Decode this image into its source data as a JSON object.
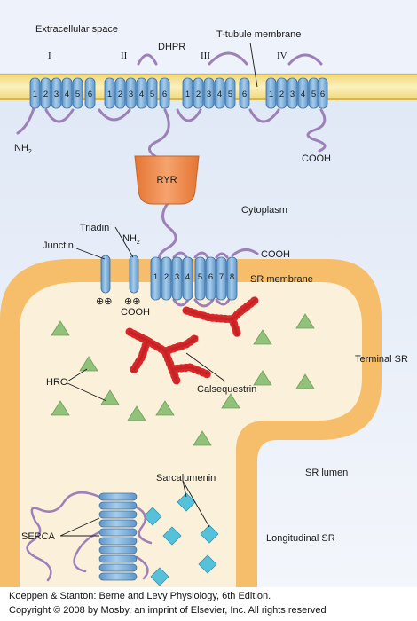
{
  "labels": {
    "extracellular_space": "Extracellular space",
    "t_tubule_membrane": "T-tubule membrane",
    "dhpr": "DHPR",
    "domain_1": "I",
    "domain_2": "II",
    "domain_3": "III",
    "domain_4": "IV",
    "nh2_dhpr": "NH",
    "nh2_subscript": "2",
    "cooh_dhpr": "COOH",
    "ryr": "RYR",
    "cytoplasm": "Cytoplasm",
    "triadin": "Triadin",
    "nh2_triadin": "NH",
    "junctin": "Junctin",
    "cooh_ryr": "COOH",
    "sr_membrane": "SR membrane",
    "cooh_triadin": "COOH",
    "terminal_sr": "Terminal SR",
    "hrc": "HRC",
    "calsequestrin": "Calsequestrin",
    "sr_lumen": "SR lumen",
    "sarcalumenin": "Sarcalumenin",
    "serca": "SERCA",
    "longitudinal_sr": "Longitudinal SR",
    "charge_junctin": "⊕⊕",
    "charge_triadin": "⊕⊕"
  },
  "segments": {
    "d1": [
      "1",
      "2",
      "3",
      "4",
      "5"
    ],
    "d2": [
      "1",
      "2",
      "3",
      "4",
      "5"
    ],
    "d3": [
      "1",
      "2",
      "3",
      "4",
      "5"
    ],
    "d4": [
      "1",
      "2",
      "3",
      "4",
      "5"
    ],
    "s6": "6",
    "ryr": [
      "1",
      "2",
      "3",
      "4",
      "5",
      "6",
      "7",
      "8"
    ]
  },
  "credit": {
    "line1": "Koeppen & Stanton: Berne and Levy Physiology, 6th Edition.",
    "line2": "Copyright © 2008 by Mosby, an imprint of Elsevier, Inc. All rights reserved"
  },
  "colors": {
    "membrane_yellow": "#f5e7a0",
    "sr_orange": "#f6bd6a",
    "lumen_cream": "#fbf1da",
    "cytoplasm_blue": "#e7eef8",
    "helix_blue": "#7fb0dc",
    "loop_purple": "#9d80b8",
    "ryr_orange": "#ef8a4a",
    "calsequestrin_red": "#d9282a",
    "hrc_green": "#90c27a",
    "sarcalumenin_cyan": "#56c1d9"
  }
}
